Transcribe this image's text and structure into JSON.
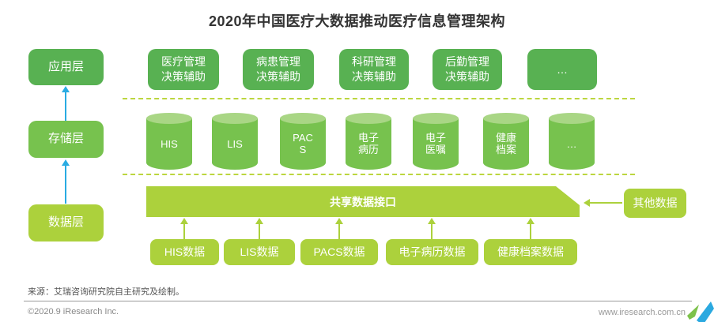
{
  "title": "2020年中国医疗大数据推动医疗信息管理架构",
  "layers": {
    "application": "应用层",
    "storage": "存储层",
    "data": "数据层"
  },
  "application_row": [
    "医疗管理决策辅助",
    "病患管理决策辅助",
    "科研管理决策辅助",
    "后勤管理决策辅助",
    "…"
  ],
  "storage_row": [
    "HIS",
    "LIS",
    "PACS",
    "电子病历",
    "电子医嘱",
    "健康档案",
    "…"
  ],
  "shared_interface_label": "共享数据接口",
  "other_data_label": "其他数据",
  "data_row": [
    "HIS数据",
    "LIS数据",
    "PACS数据",
    "电子病历数据",
    "健康档案数据"
  ],
  "footer": {
    "source": "来源：艾瑞咨询研究院自主研究及绘制。",
    "copyright": "©2020.9 iResearch Inc.",
    "website": "www.iresearch.com.cn"
  },
  "colors": {
    "green_dark": "#58B152",
    "green_mid": "#77C24E",
    "green_light": "#ACD13C",
    "cylinder_top": "#A9D685",
    "dashed_line": "#BCD63F",
    "arrow_cyan": "#29ABE2",
    "title_text": "#333333"
  }
}
